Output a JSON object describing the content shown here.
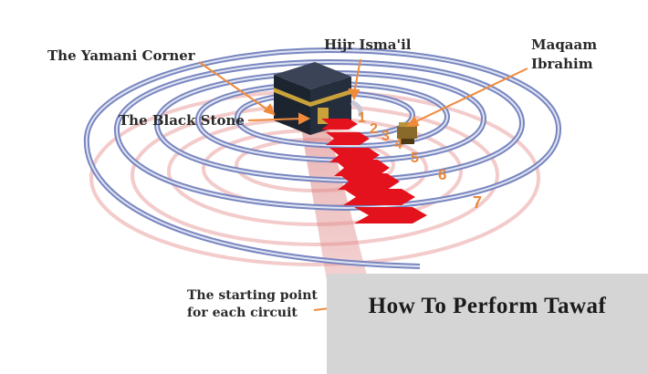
{
  "title": "How To Perform Tawaf",
  "labels": {
    "yamani_corner": "The Yamani Corner",
    "hijr_ismail": "Hijr Isma'il",
    "maqaam_line1": "Maqaam",
    "maqaam_line2": "Ibrahim",
    "black_stone": "The Black Stone",
    "start_line1": "The starting point",
    "start_line2": "for each circuit"
  },
  "circuits": [
    "1",
    "2",
    "3",
    "4",
    "5",
    "6",
    "7"
  ],
  "colors": {
    "ring": "#7d8bc2",
    "ring_inner": "#dfe3f3",
    "shadow": "#f0b5b5",
    "chevron": "#e3121d",
    "number": "#e8883a",
    "arrow": "#f08a3a",
    "kaaba": "#1c2430",
    "kiswa_band": "#c9a23a",
    "title_box": "#d5d5d5"
  },
  "icons": [
    "kaaba-icon",
    "maqaam-ibrahim-icon",
    "hijr-ismail-icon"
  ]
}
